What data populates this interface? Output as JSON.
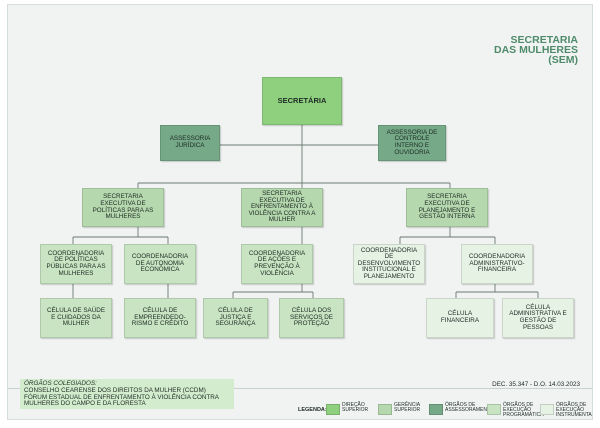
{
  "title": {
    "line1": "SECRETARIA",
    "line2": "DAS MULHERES",
    "line3": "(SEM)"
  },
  "org": {
    "top": "SECRETÁRIA",
    "advisory_left": "ASSESSORIA JURÍDICA",
    "advisory_right": "ASSESSORIA DE CONTROLE INTERNO E OUVIDORIA",
    "exec_1": "SECRETARIA EXECUTIVA DE POLÍTICAS PARA AS MULHERES",
    "exec_2": "SECRETARIA EXECUTIVA DE ENFRENTAMENTO À VIOLÊNCIA CONTRA A MULHER",
    "exec_3": "SECRETARIA EXECUTIVA DE PLANEJAMENTO E GESTÃO INTERNA",
    "coord_1": "COORDENADORIA DE POLÍTICAS PÚBLICAS PARA AS MULHERES",
    "coord_2": "COORDENADORIA DE AUTONOMIA ECONÔMICA",
    "coord_3": "COORDENADORIA DE AÇÕES E PREVENÇÃO À VIOLÊNCIA",
    "coord_4": "COORDENADORIA DE DESENVOLVIMENTO INSTITUCIONAL E PLANEJAMENTO",
    "coord_5": "COORDENADORIA ADMINISTRATIVO-FINANCEIRA",
    "cell_1": "CÉLULA DE SAÚDE E CUIDADOS DA MULHER",
    "cell_2": "CÉLULA DE EMPREENDEDO-RISMO E CRÉDITO",
    "cell_3": "CÉLULA DE JUSTIÇA E SEGURANÇA",
    "cell_4": "CÉLULA DOS SERVIÇOS DE PROTEÇÃO",
    "cell_5": "CÉLULA FINANCEIRA",
    "cell_6": "CÉLULA ADMINISTRATIVA E GESTÃO DE PESSOAS"
  },
  "colegiados": {
    "heading": "ÓRGÃOS COLEGIADOS:",
    "line1": "CONSELHO CEARENSE DOS DIREITOS DA MULHER (CCDM)",
    "line2": "FÓRUM ESTADUAL DE ENFRENTAMENTO À VIOLÊNCIA CONTRA",
    "line3": "MULHERES DO CAMPO E DA FLORESTA"
  },
  "decree": "DEC. 35.347 - D.O. 14.03.2023",
  "legend": {
    "title": "LEGENDA:",
    "items": [
      {
        "label": "DIREÇÃO SUPERIOR",
        "color": "#8fd07f"
      },
      {
        "label": "GERÊNCIA SUPERIOR",
        "color": "#b5d8ae"
      },
      {
        "label": "ÓRGÃOS DE ASSESSORAMENTO",
        "color": "#75a988"
      },
      {
        "label": "ÓRGÃOS DE EXECUÇÃO PROGRAMÁTICA",
        "color": "#c8e4c2"
      },
      {
        "label": "ÓRGÃOS DE EXECUÇÃO INSTRUMENTAL",
        "color": "#e6f2e4"
      }
    ]
  },
  "colors": {
    "direcao": "#8fd07f",
    "gerencia": "#b5d8ae",
    "assessoramento": "#75a988",
    "programatica": "#c8e4c2",
    "instrumental": "#e6f2e4",
    "title": "#4f8a6a"
  }
}
